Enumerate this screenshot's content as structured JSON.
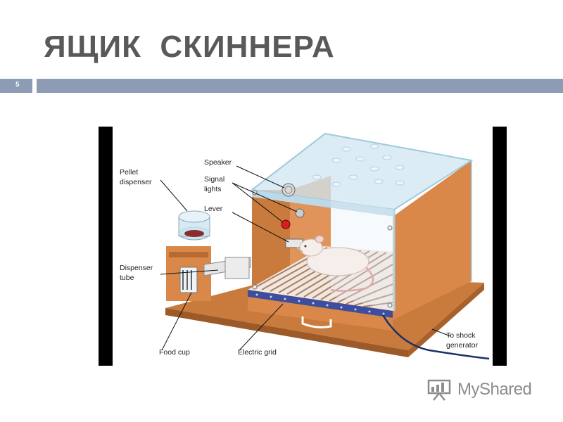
{
  "slide": {
    "title": "ЯЩИК  СКИННЕРА",
    "number": "5"
  },
  "figure": {
    "labels": {
      "speaker": "Speaker",
      "signal_lights_1": "Signal",
      "signal_lights_2": "lights",
      "lever": "Lever",
      "pellet_dispenser_1": "Pellet",
      "pellet_dispenser_2": "dispenser",
      "dispenser_tube_1": "Dispenser",
      "dispenser_tube_2": "tube",
      "food_cup": "Food cup",
      "electric_grid": "Electric grid",
      "shock_1": "To shock",
      "shock_2": "generator"
    },
    "colors": {
      "frame": "#000000",
      "wood": "#d9884a",
      "wood_dark": "#b86a30",
      "glass": "#cfe6f2"
    }
  },
  "watermark": {
    "text": "MyShared",
    "icon": "presentation-board-icon"
  }
}
